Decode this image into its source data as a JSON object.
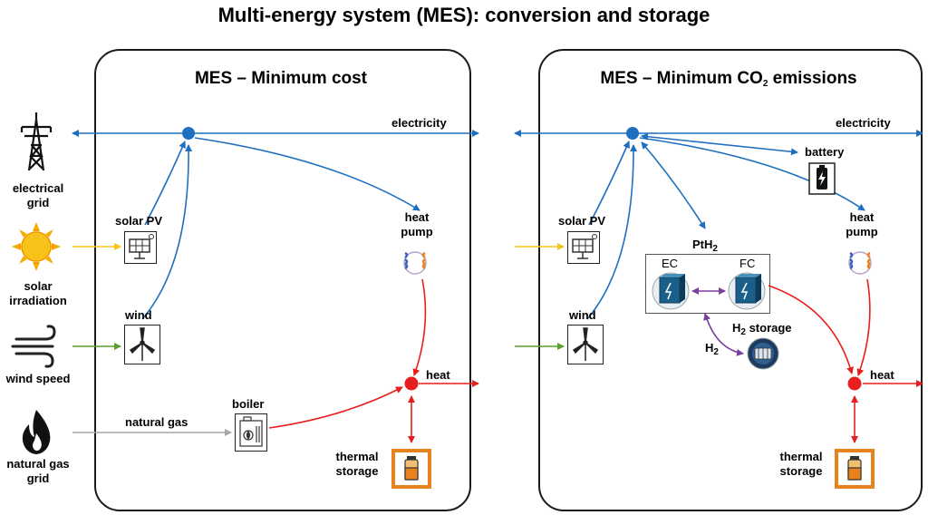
{
  "title": "Multi-energy system (MES): conversion and storage",
  "sources": {
    "grid": "electrical grid",
    "solar": "solar irradiation",
    "wind": "wind speed",
    "gas": "natural gas grid"
  },
  "panel_left": {
    "title": "MES – Minimum cost",
    "electricity": "electricity",
    "solar_pv": "solar PV",
    "wind": "wind",
    "heat_pump_1": "heat",
    "heat_pump_2": "pump",
    "heat": "heat",
    "boiler": "boiler",
    "natural_gas": "natural gas",
    "thermal_storage_1": "thermal",
    "thermal_storage_2": "storage"
  },
  "panel_right": {
    "title_prefix": "MES – Minimum CO",
    "title_sub": "2",
    "title_suffix": " emissions",
    "electricity": "electricity",
    "battery": "battery",
    "solar_pv": "solar PV",
    "wind": "wind",
    "heat_pump_1": "heat",
    "heat_pump_2": "pump",
    "pth2_prefix": "PtH",
    "pth2_sub": "2",
    "ec": "EC",
    "fc": "FC",
    "h2_storage_prefix": "H",
    "h2_storage_sub": "2",
    "h2_storage_suffix": " storage",
    "h2_prefix": "H",
    "h2_sub": "2",
    "heat": "heat",
    "thermal_storage_1": "thermal",
    "thermal_storage_2": "storage"
  },
  "colors": {
    "electricity": "#1f6fc0",
    "solar": "#f5c518",
    "wind": "#5aa02c",
    "gas": "#a6a6a6",
    "heat": "#e81e1e",
    "hydrogen": "#7b3fa0",
    "storage_frame": "#e8821e"
  }
}
